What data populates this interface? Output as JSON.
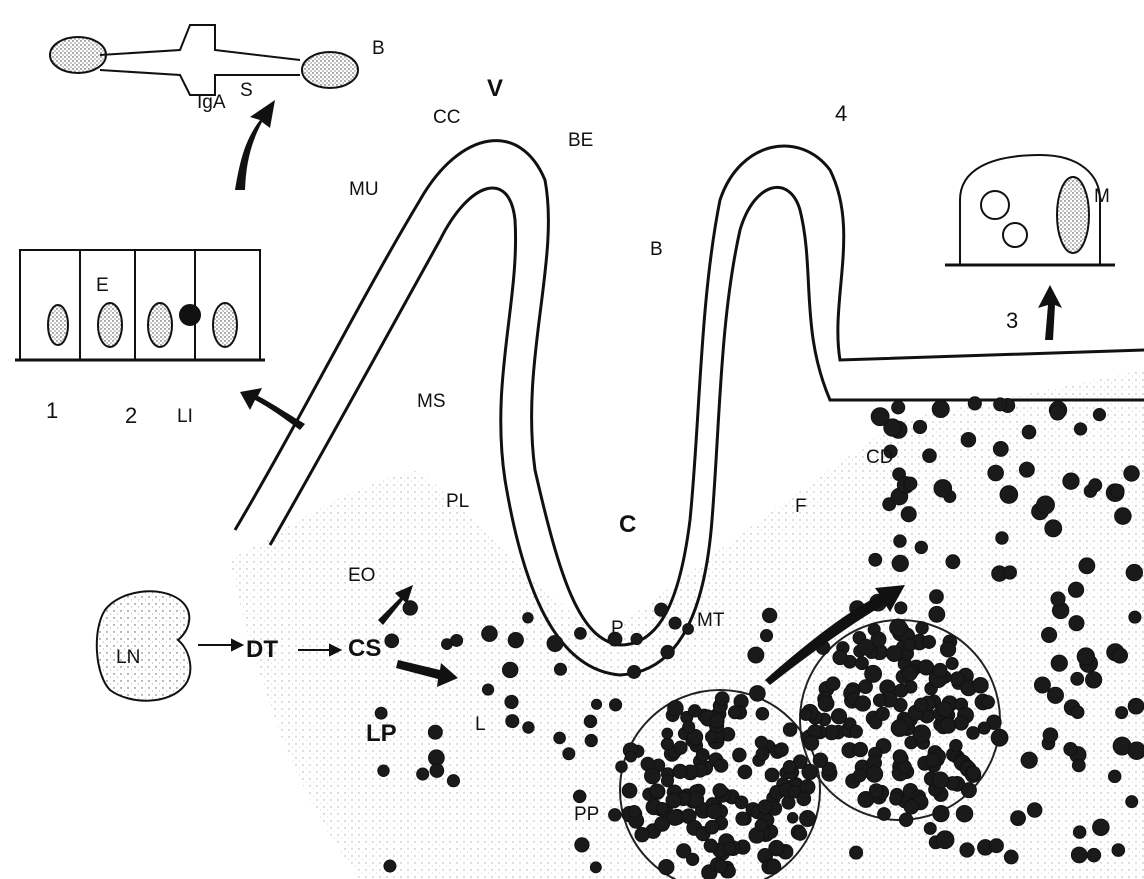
{
  "labels": {
    "IgA": "IgA",
    "S": "S",
    "B_top": "B",
    "V": "V",
    "CC": "CC",
    "BE": "BE",
    "MU": "MU",
    "E": "E",
    "n1": "1",
    "n2": "2",
    "LI": "LI",
    "MS": "MS",
    "PL": "PL",
    "EO": "EO",
    "C": "C",
    "P": "P",
    "MT": "MT",
    "B_mid": "B",
    "n4": "4",
    "M": "M",
    "n3": "3",
    "CD": "CD",
    "F": "F",
    "LN": "LN",
    "DT": "DT",
    "CS": "CS",
    "L": "L",
    "LP": "LP",
    "PP": "PP"
  },
  "colors": {
    "ink": "#111111",
    "paper": "#ffffff",
    "cell_fill": "#f4f4f4",
    "nucleus": "#2a2a2a"
  }
}
